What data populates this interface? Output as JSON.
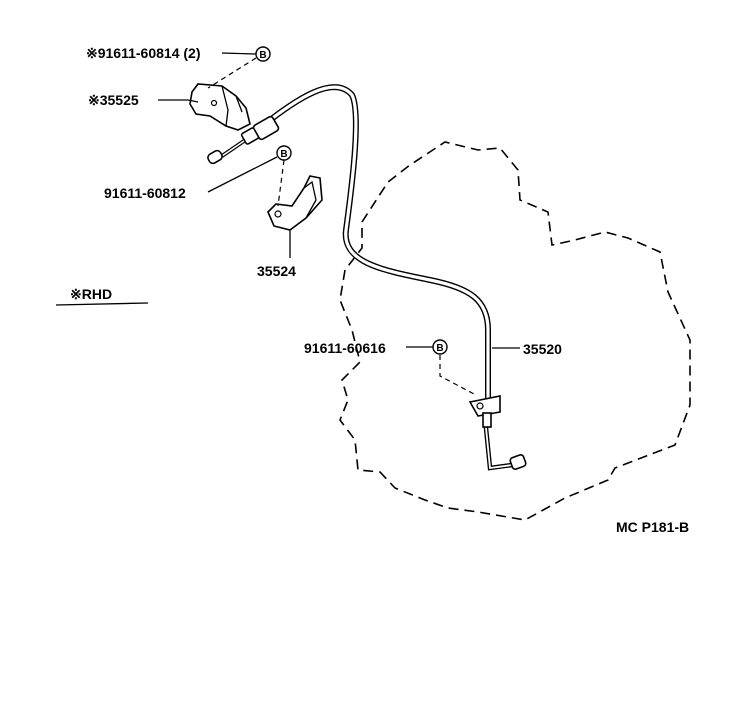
{
  "labels": {
    "bolt_top": "※91611-60814 (2)",
    "bracket_top": "※35525",
    "bolt_mid": "91611-60812",
    "bracket_mid": "35524",
    "rhd_note": "※RHD",
    "bolt_lower": "91611-60616",
    "cable": "35520",
    "diagram_code": "MC P181-B"
  },
  "callout_symbol": "B"
}
